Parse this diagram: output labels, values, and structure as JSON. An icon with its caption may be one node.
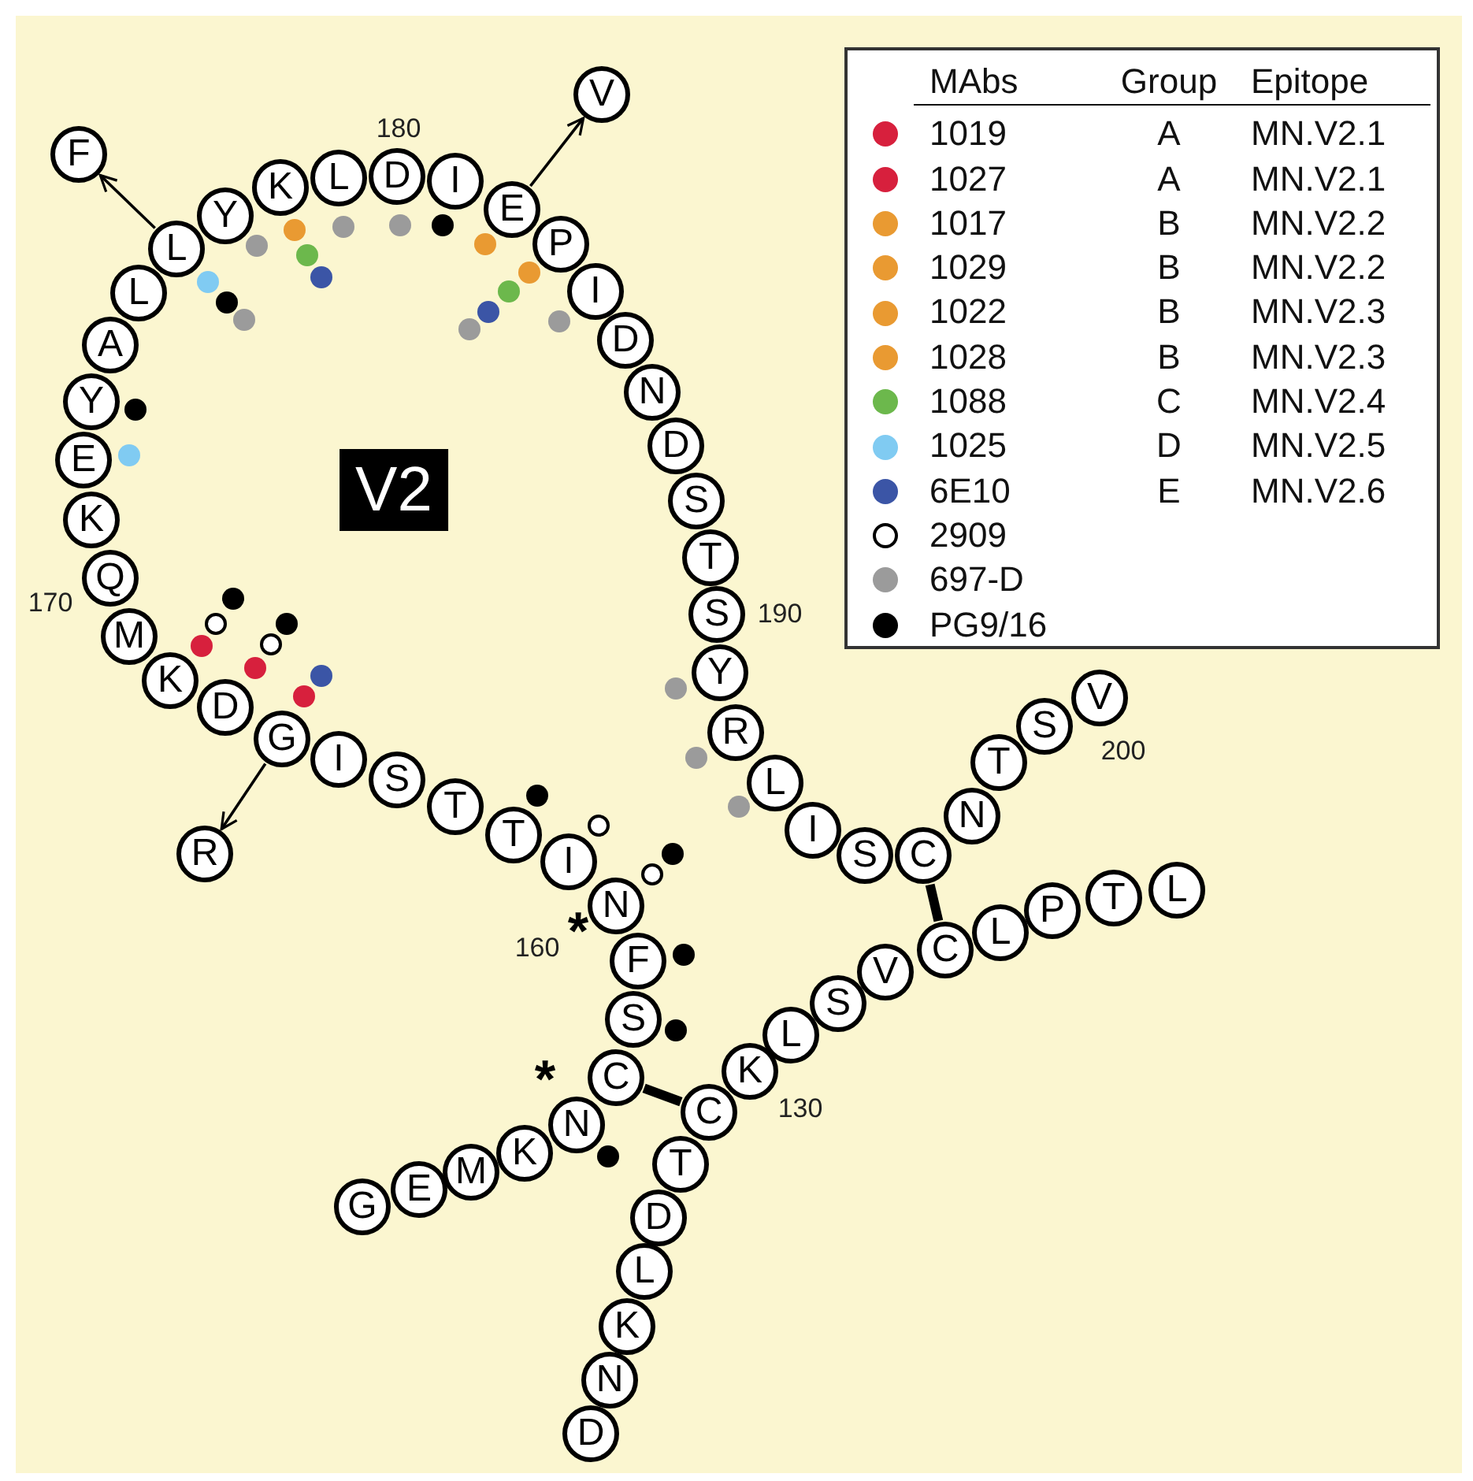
{
  "diagram": {
    "nodes": [
      {
        "text": [
          "L"
        ]
      },
      {
        "text": [
          "T"
        ]
      },
      {
        "text": [
          "P"
        ]
      },
      {
        "text": [
          "L"
        ]
      },
      {
        "text": [
          "C"
        ]
      },
      {
        "text": [
          "V"
        ]
      },
      {
        "text": [
          "S"
        ]
      },
      {
        "text": [
          "L"
        ]
      },
      {
        "text": [
          "K"
        ]
      },
      {
        "text": [
          "C"
        ]
      },
      {
        "text": [
          "T"
        ]
      },
      {
        "text": [
          "D"
        ]
      },
      {
        "text": [
          "L"
        ]
      },
      {
        "text": [
          "K"
        ]
      },
      {
        "text": [
          "N"
        ]
      },
      {
        "text": [
          "D"
        ]
      },
      {
        "text": [
          "G"
        ]
      },
      {
        "text": [
          "E"
        ]
      },
      {
        "text": [
          "M"
        ]
      },
      {
        "text": [
          "K"
        ]
      },
      {
        "text": [
          "N"
        ]
      },
      {
        "text": [
          "C"
        ]
      },
      {
        "text": [
          "S"
        ]
      },
      {
        "text": [
          "F"
        ]
      },
      {
        "text": [
          "N"
        ]
      },
      {
        "text": [
          "I"
        ]
      },
      {
        "text": [
          "T"
        ]
      },
      {
        "text": [
          "T"
        ]
      },
      {
        "text": [
          "S"
        ]
      },
      {
        "text": [
          "I"
        ]
      },
      {
        "text": [
          "G"
        ]
      },
      {
        "text": [
          "D"
        ]
      },
      {
        "text": [
          "K"
        ]
      },
      {
        "text": [
          "M"
        ]
      },
      {
        "text": [
          "Q"
        ]
      },
      {
        "text": [
          "K"
        ]
      },
      {
        "text": [
          "E"
        ]
      },
      {
        "text": [
          "Y"
        ]
      },
      {
        "text": [
          "A"
        ]
      },
      {
        "text": [
          "L"
        ]
      },
      {
        "text": [
          "L"
        ]
      },
      {
        "text": [
          "Y"
        ]
      },
      {
        "text": [
          "K"
        ]
      },
      {
        "text": [
          "L"
        ]
      },
      {
        "text": [
          "D"
        ]
      },
      {
        "text": [
          "I"
        ]
      },
      {
        "text": [
          "E"
        ]
      },
      {
        "text": [
          "P"
        ]
      },
      {
        "text": [
          "I"
        ]
      },
      {
        "text": [
          "D"
        ]
      },
      {
        "text": [
          "N"
        ]
      },
      {
        "text": [
          "D"
        ]
      },
      {
        "text": [
          "S"
        ]
      },
      {
        "text": [
          "T"
        ]
      },
      {
        "text": [
          "S"
        ]
      },
      {
        "text": [
          "Y"
        ]
      },
      {
        "text": [
          "R"
        ]
      },
      {
        "text": [
          "L"
        ]
      },
      {
        "text": [
          "I"
        ]
      },
      {
        "text": [
          "S"
        ]
      },
      {
        "text": [
          "C"
        ]
      },
      {
        "text": [
          "N"
        ]
      },
      {
        "text": [
          "T"
        ]
      },
      {
        "text": [
          "S"
        ]
      },
      {
        "text": [
          "V"
        ]
      },
      {
        "text": [
          "F"
        ]
      },
      {
        "text": [
          "V"
        ]
      },
      {
        "text": [
          "R"
        ]
      }
    ],
    "edges": [
      {
        "from": 40,
        "to": 65,
        "arrow": "to"
      },
      {
        "from": 46,
        "to": 66,
        "arrow": "to"
      },
      {
        "from": 30,
        "to": 67,
        "arrow": "to"
      },
      {
        "from": 9,
        "to": 21,
        "arrow": "none",
        "style": "thick"
      },
      {
        "from": 60,
        "to": 4,
        "arrow": "none",
        "style": "thick"
      }
    ],
    "labels": [
      "MAbs",
      "Group",
      "Epitope",
      "A",
      "MN.V2.1",
      "A",
      "MN.V2.1",
      "B",
      "MN.V2.2",
      "B",
      "MN.V2.2",
      "B",
      "MN.V2.3",
      "B",
      "MN.V2.3",
      "C",
      "MN.V2.4",
      "D",
      "MN.V2.5",
      "E",
      "MN.V2.6",
      "180",
      "V2",
      "170",
      "190",
      "200",
      "160",
      "*",
      "*",
      "130"
    ],
    "legend": [
      {
        "text": "1019",
        "color": "#d7203d"
      },
      {
        "text": "1027",
        "color": "#d7203d"
      },
      {
        "text": "1017",
        "color": "#e99a32"
      },
      {
        "text": "1029",
        "color": "#e99a32"
      },
      {
        "text": "1022",
        "color": "#e99a32"
      },
      {
        "text": "1028",
        "color": "#e99a32"
      },
      {
        "text": "1088",
        "color": "#6cb84c"
      },
      {
        "text": "1025",
        "color": "#80cbf2"
      },
      {
        "text": "6E10",
        "color": "#3b55a6"
      },
      {
        "text": "2909"
      },
      {
        "text": "697-D",
        "color": "#9b9b9b"
      },
      {
        "text": "PG9/16",
        "color": "#000000"
      }
    ]
  }
}
